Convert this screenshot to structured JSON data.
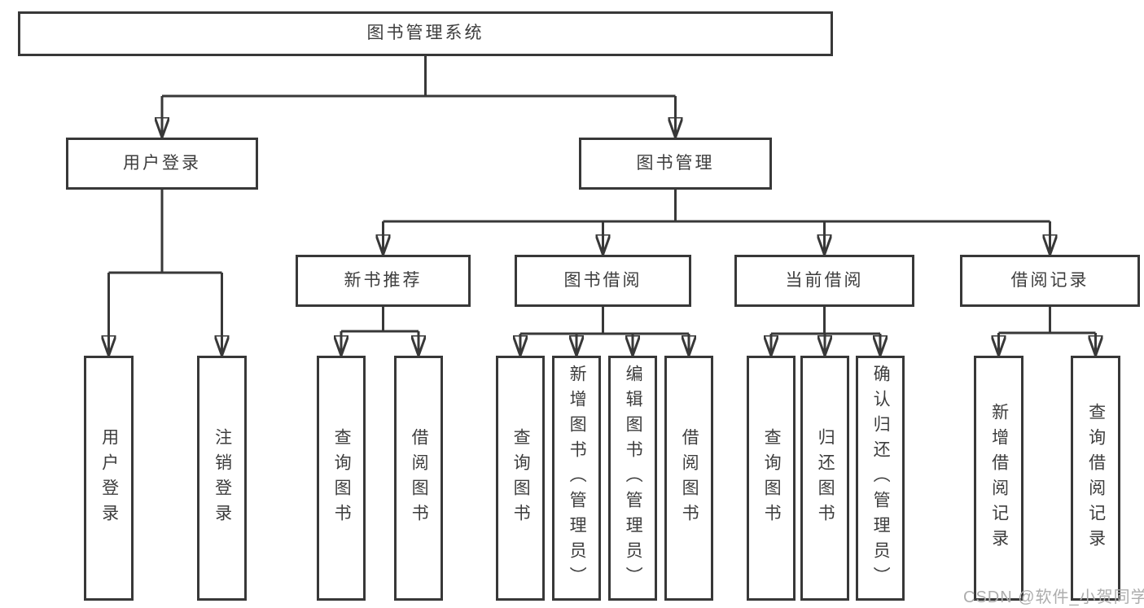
{
  "diagram": {
    "title_node": "图书管理系统",
    "nodes": {
      "root": {
        "label": "图书管理系统"
      },
      "userLogin": {
        "label": "用户登录"
      },
      "bookMgmt": {
        "label": "图书管理"
      },
      "newBookRec": {
        "label": "新书推荐"
      },
      "bookBorrow": {
        "label": "图书借阅"
      },
      "currentBorrow": {
        "label": "当前借阅"
      },
      "borrowRecord": {
        "label": "借阅记录"
      },
      "vUserLogin": {
        "label": "用户登录"
      },
      "vLogout": {
        "label": "注销登录"
      },
      "vQueryBook1": {
        "label": "查询图书"
      },
      "vBorrowBook1": {
        "label": "借阅图书"
      },
      "vQueryBook2": {
        "label": "查询图书"
      },
      "vAddBook": {
        "label": "新增图书（管理员）"
      },
      "vEditBook": {
        "label": "编辑图书（管理员）"
      },
      "vBorrowBook2": {
        "label": "借阅图书"
      },
      "vQueryBook3": {
        "label": "查询图书"
      },
      "vReturnBook": {
        "label": "归还图书"
      },
      "vConfirmReturn": {
        "label": "确认归还（管理员）"
      },
      "vAddRecord": {
        "label": "新增借阅记录"
      },
      "vQueryRecord": {
        "label": "查询借阅记录"
      }
    },
    "hierarchy": {
      "图书管理系统": {
        "用户登录": [
          "用户登录",
          "注销登录"
        ],
        "图书管理": {
          "新书推荐": [
            "查询图书",
            "借阅图书"
          ],
          "图书借阅": [
            "查询图书",
            "新增图书（管理员）",
            "编辑图书（管理员）",
            "借阅图书"
          ],
          "当前借阅": [
            "查询图书",
            "归还图书",
            "确认归还（管理员）"
          ],
          "借阅记录": [
            "新增借阅记录",
            "查询借阅记录"
          ]
        }
      }
    },
    "colors": {
      "line": "#383838",
      "text": "#3d3d3d",
      "background": "#ffffff",
      "watermark": "#adadad"
    }
  },
  "watermark": {
    "text": "CSDN @软件_小贺同学"
  }
}
